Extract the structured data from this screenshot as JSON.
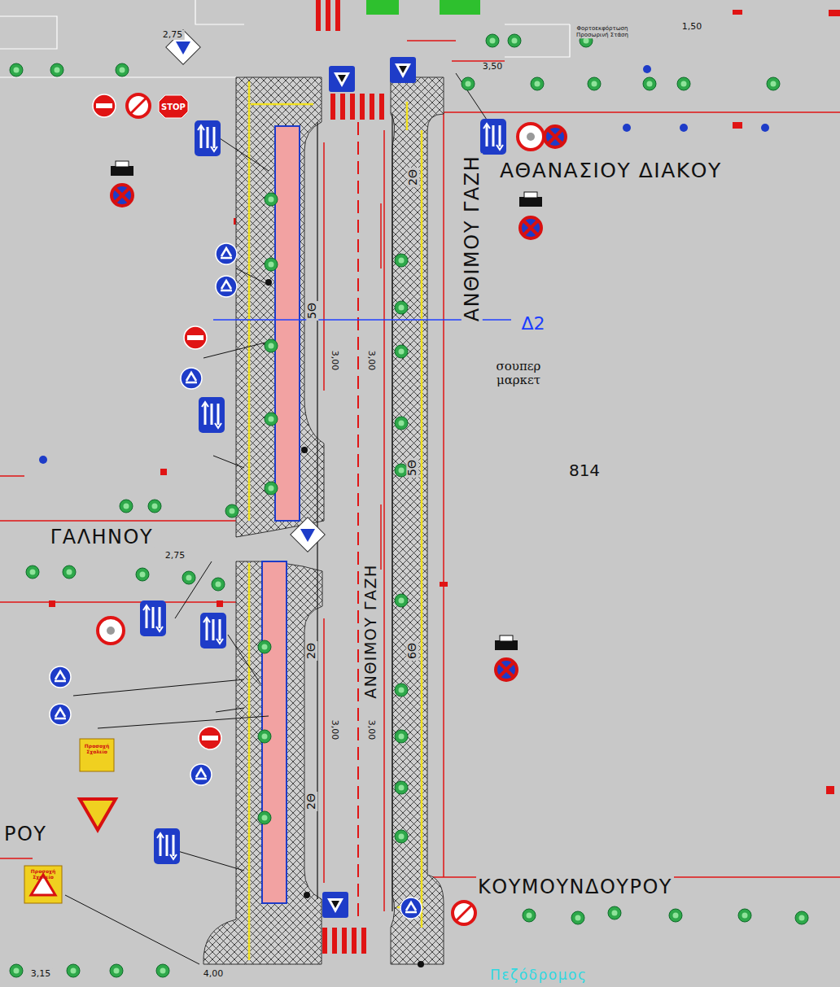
{
  "diagram": {
    "labels": [
      "2,75",
      "1,50",
      "Φορτοεκφόρτωση Προσωρινή Στάση",
      "3,50",
      "STOP",
      "ΑΘΑΝΑΣΙΟΥ ΔΙΑΚΟΥ",
      "ΑΝΘΙΜΟΥ ΓΑΖΗ",
      "2Θ",
      "5Θ",
      "3,00",
      "3,00",
      "Δ2",
      "σουπερ μαρκετ",
      "5Θ",
      "814",
      "ΓΑΛΗΝΟΥ",
      "2,75",
      "ΑΝΘΙΜΟΥ ΓΑΖΗ",
      "2Θ",
      "6Θ",
      "Προσοχή Σχολείο",
      "3,00",
      "3,00",
      "2Θ",
      "ΡΟΥ",
      "Προσοχή Σχολείο",
      "ΚΟΥΜΟΥΝΔΟΥΡΟΥ",
      "3,15",
      "4,00",
      "Πεζόδρομος"
    ]
  }
}
